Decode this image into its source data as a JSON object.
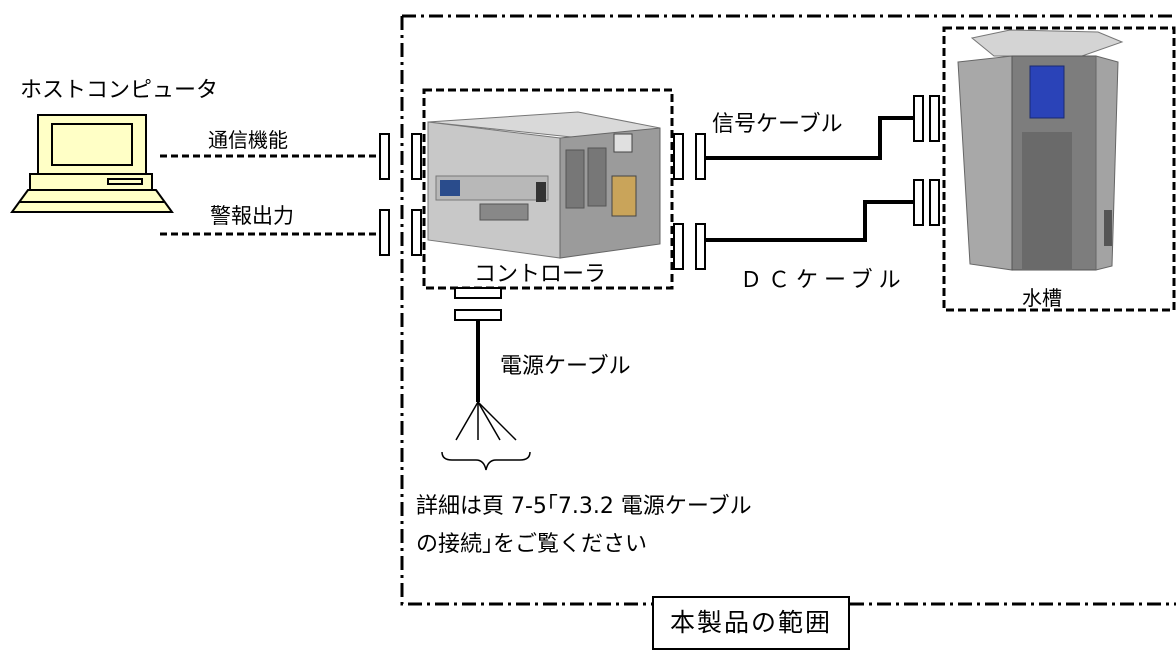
{
  "labels": {
    "host_computer": "ホストコンピュータ",
    "comm_function": "通信機能",
    "alarm_output": "警報出力",
    "signal_cable": "信号ケーブル",
    "controller": "コントローラ",
    "dc_cable": "ＤＣケーブル",
    "water_tank": "水槽",
    "power_cable": "電源ケーブル",
    "note": "詳細は頁 7-5｢7.3.2 電源ケーブルの接続｣をご覧ください",
    "product_scope": "本製品の範囲"
  }
}
